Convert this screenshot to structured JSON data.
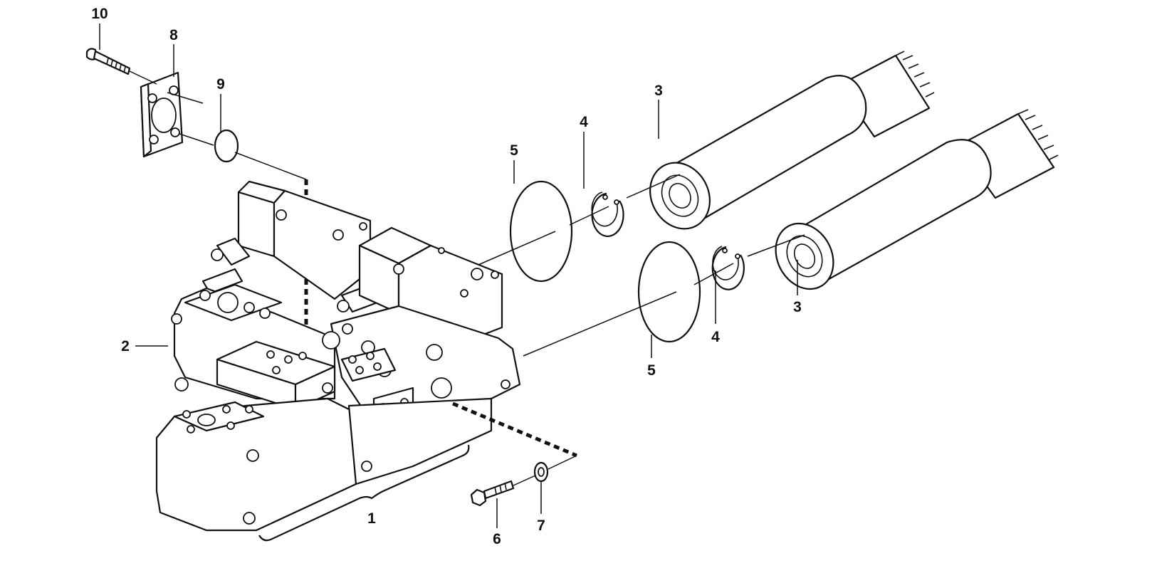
{
  "diagram": {
    "callouts": {
      "c1": "1",
      "c2": "2",
      "c3a": "3",
      "c3b": "3",
      "c4a": "4",
      "c4b": "4",
      "c5a": "5",
      "c5b": "5",
      "c6": "6",
      "c7": "7",
      "c8": "8",
      "c9": "9",
      "c10": "10"
    }
  }
}
